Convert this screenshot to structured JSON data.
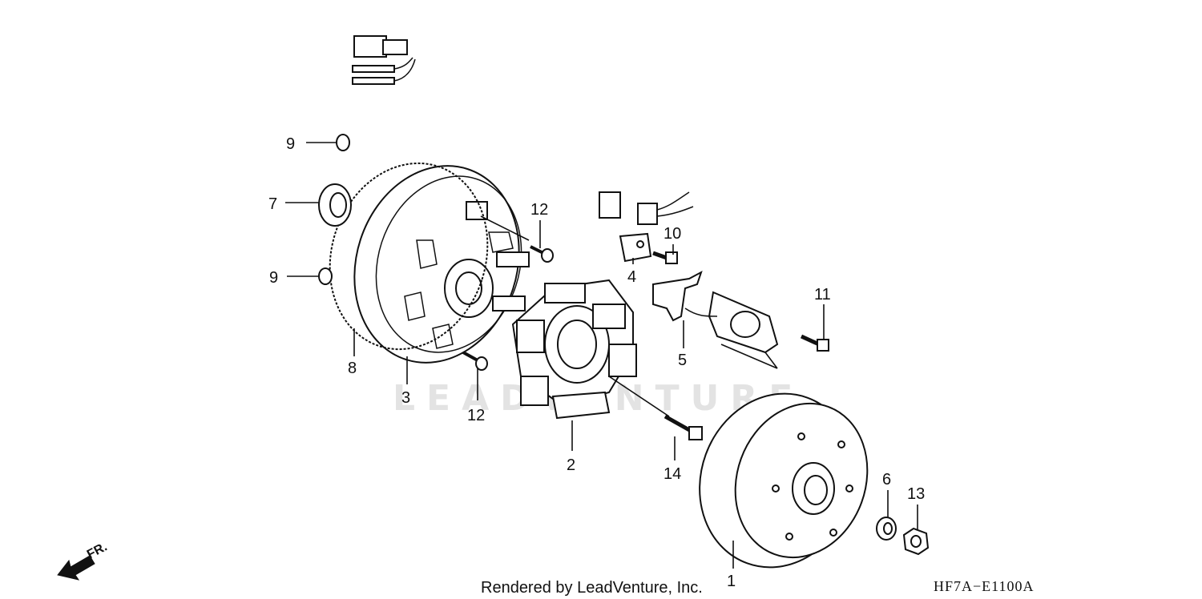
{
  "watermark": "LEADVENTURE",
  "credit": "Rendered by LeadVenture, Inc.",
  "diagram_code": "HF7A−E1100A",
  "direction_label": "FR.",
  "callouts": [
    {
      "id": "c1",
      "label": "1"
    },
    {
      "id": "c2",
      "label": "2"
    },
    {
      "id": "c3",
      "label": "3"
    },
    {
      "id": "c4",
      "label": "4"
    },
    {
      "id": "c5",
      "label": "5"
    },
    {
      "id": "c6",
      "label": "6"
    },
    {
      "id": "c7",
      "label": "7"
    },
    {
      "id": "c8",
      "label": "8"
    },
    {
      "id": "c9a",
      "label": "9"
    },
    {
      "id": "c9b",
      "label": "9"
    },
    {
      "id": "c10",
      "label": "10"
    },
    {
      "id": "c11",
      "label": "11"
    },
    {
      "id": "c12a",
      "label": "12"
    },
    {
      "id": "c12b",
      "label": "12"
    },
    {
      "id": "c13",
      "label": "13"
    },
    {
      "id": "c14",
      "label": "14"
    }
  ]
}
